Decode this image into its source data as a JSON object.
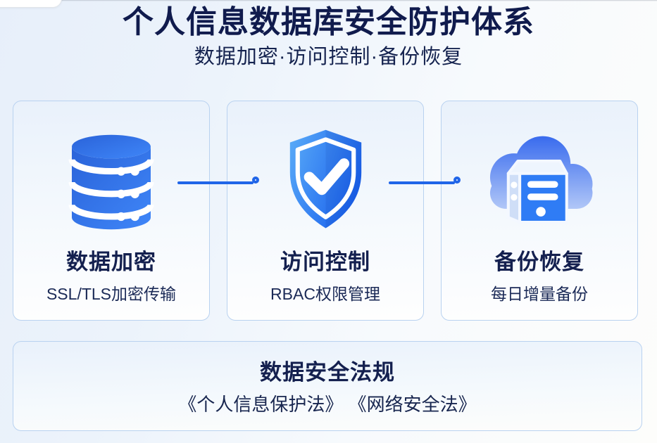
{
  "page": {
    "title": "个人信息数据库安全防护体系",
    "subtitle": "数据加密·访问控制·备份恢复"
  },
  "cards": [
    {
      "icon": "database-icon",
      "title": "数据加密",
      "subtitle": "SSL/TLS加密传输"
    },
    {
      "icon": "shield-check-icon",
      "title": "访问控制",
      "subtitle": "RBAC权限管理"
    },
    {
      "icon": "cloud-backup-icon",
      "title": "备份恢复",
      "subtitle": "每日增量备份"
    }
  ],
  "law_card": {
    "title": "数据安全法规",
    "subtitle": "《个人信息保护法》 《网络安全法》"
  },
  "colors": {
    "accent_blue": "#2065e8",
    "title_navy": "#14204f",
    "card_border": "#b9d2f0",
    "icon_blue_dark": "#2a63d9",
    "icon_blue_light": "#3f86f8"
  }
}
